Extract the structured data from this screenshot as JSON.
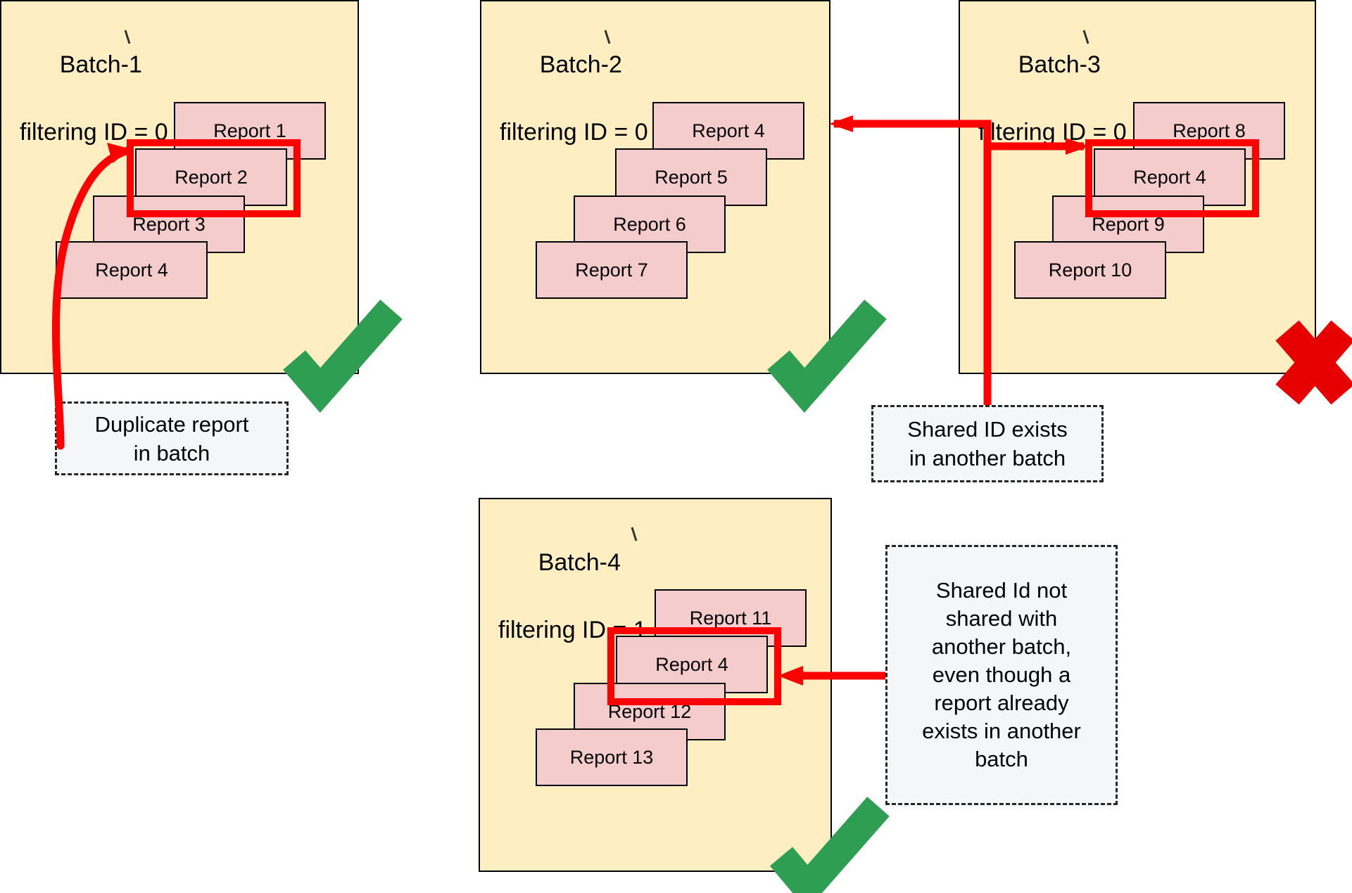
{
  "diagram": {
    "title_hidden": "",
    "colors": {
      "batch_fill": "#ffeec2",
      "batch_border": "#000000",
      "card_fill": "#f4cccc",
      "card_border": "#000000",
      "highlight": "#ff0000",
      "accept_check": "#2e9e52",
      "reject_cross": "#e60000",
      "callout_fill": "#f4f6f8",
      "callout_border": "#262626"
    },
    "batches": [
      {
        "id": "batch-1",
        "name": "Batch-1",
        "filter_label": "filtering ID = 0",
        "status_icon": "check-icon",
        "status": "valid",
        "reports": [
          "Report 1",
          "Report 2",
          "Report 3",
          "Report 4"
        ],
        "highlighted_report": "Report 2"
      },
      {
        "id": "batch-2",
        "name": "Batch-2",
        "filter_label": "filtering ID = 0",
        "status_icon": "check-icon",
        "status": "valid",
        "reports": [
          "Report 4",
          "Report 5",
          "Report 6",
          "Report 7"
        ],
        "highlighted_report": null
      },
      {
        "id": "batch-3",
        "name": "Batch-3",
        "filter_label": "filtering ID = 0",
        "status_icon": "cross-icon",
        "status": "invalid",
        "reports": [
          "Report 8",
          "Report 4",
          "Report 9",
          "Report 10"
        ],
        "highlighted_report": "Report 4"
      },
      {
        "id": "batch-4",
        "name": "Batch-4",
        "filter_label": "filtering ID = 1",
        "status_icon": "check-icon",
        "status": "valid",
        "reports": [
          "Report 11",
          "Report 4",
          "Report 12",
          "Report 13"
        ],
        "highlighted_report": "Report 4"
      }
    ],
    "callouts": [
      {
        "id": "callout-duplicate",
        "lines": [
          "Duplicate report",
          "in batch"
        ],
        "text": "Duplicate report in batch"
      },
      {
        "id": "callout-shared-exists",
        "lines": [
          "Shared ID exists",
          "in another batch"
        ],
        "text": "Shared ID exists in another batch"
      },
      {
        "id": "callout-shared-not-shared",
        "lines": [
          "Shared Id not",
          "shared with",
          "another batch,",
          "even though a",
          "report already",
          "exists in another",
          "batch"
        ],
        "text": "Shared Id not shared with another batch, even though a report already exists in another batch"
      }
    ],
    "connectors": [
      {
        "id": "arrow-duplicate-to-report2",
        "from": "callout-duplicate",
        "to": "batch-1 / Report 2",
        "style": "curved-arrow"
      },
      {
        "id": "arrow-batch3-report4-to-batch2-report4",
        "from": "batch-3 / Report 4",
        "to": "batch-2 / Report 4",
        "style": "elbow-arrow"
      },
      {
        "id": "arrow-shared-exists-to-batch3-report4",
        "from": "callout-shared-exists",
        "to": "batch-3 / Report 4",
        "style": "elbow-arrow"
      },
      {
        "id": "arrow-shared-not-shared-to-batch4-report4",
        "from": "callout-shared-not-shared",
        "to": "batch-4 / Report 4",
        "style": "straight-arrow"
      }
    ]
  }
}
